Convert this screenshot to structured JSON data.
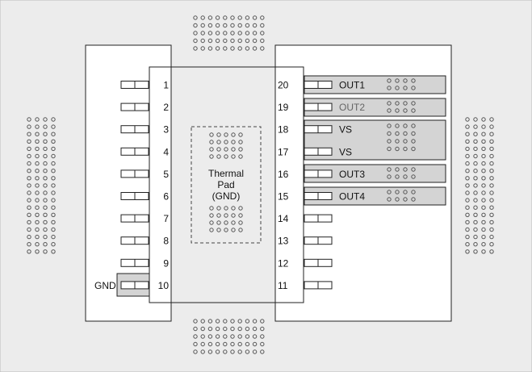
{
  "colors": {
    "background": "#ececec",
    "white": "#ffffff",
    "line": "#222222",
    "highlight": "#d4d4d4",
    "text": "#111111",
    "muted_text": "#666666",
    "via": "#555555"
  },
  "package": {
    "thermal_pad_label": [
      "Thermal",
      "Pad",
      "(GND)"
    ],
    "left_pins": [
      {
        "number": "1",
        "net": "",
        "highlight": false
      },
      {
        "number": "2",
        "net": "",
        "highlight": false
      },
      {
        "number": "3",
        "net": "",
        "highlight": false
      },
      {
        "number": "4",
        "net": "",
        "highlight": false
      },
      {
        "number": "5",
        "net": "",
        "highlight": false
      },
      {
        "number": "6",
        "net": "",
        "highlight": false
      },
      {
        "number": "7",
        "net": "",
        "highlight": false
      },
      {
        "number": "8",
        "net": "",
        "highlight": false
      },
      {
        "number": "9",
        "net": "",
        "highlight": false
      },
      {
        "number": "10",
        "net": "GND",
        "highlight": true
      }
    ],
    "right_pins": [
      {
        "number": "20",
        "net": "OUT1",
        "highlight": true,
        "muted": false
      },
      {
        "number": "19",
        "net": "OUT2",
        "highlight": true,
        "muted": true
      },
      {
        "number": "18",
        "net": "VS",
        "highlight": true,
        "muted": false
      },
      {
        "number": "17",
        "net": "VS",
        "highlight": true,
        "muted": false
      },
      {
        "number": "16",
        "net": "OUT3",
        "highlight": true,
        "muted": false
      },
      {
        "number": "15",
        "net": "OUT4",
        "highlight": true,
        "muted": false
      },
      {
        "number": "14",
        "net": "",
        "highlight": false,
        "muted": false
      },
      {
        "number": "13",
        "net": "",
        "highlight": false,
        "muted": false
      },
      {
        "number": "12",
        "net": "",
        "highlight": false,
        "muted": false
      },
      {
        "number": "11",
        "net": "",
        "highlight": false,
        "muted": false
      }
    ]
  }
}
